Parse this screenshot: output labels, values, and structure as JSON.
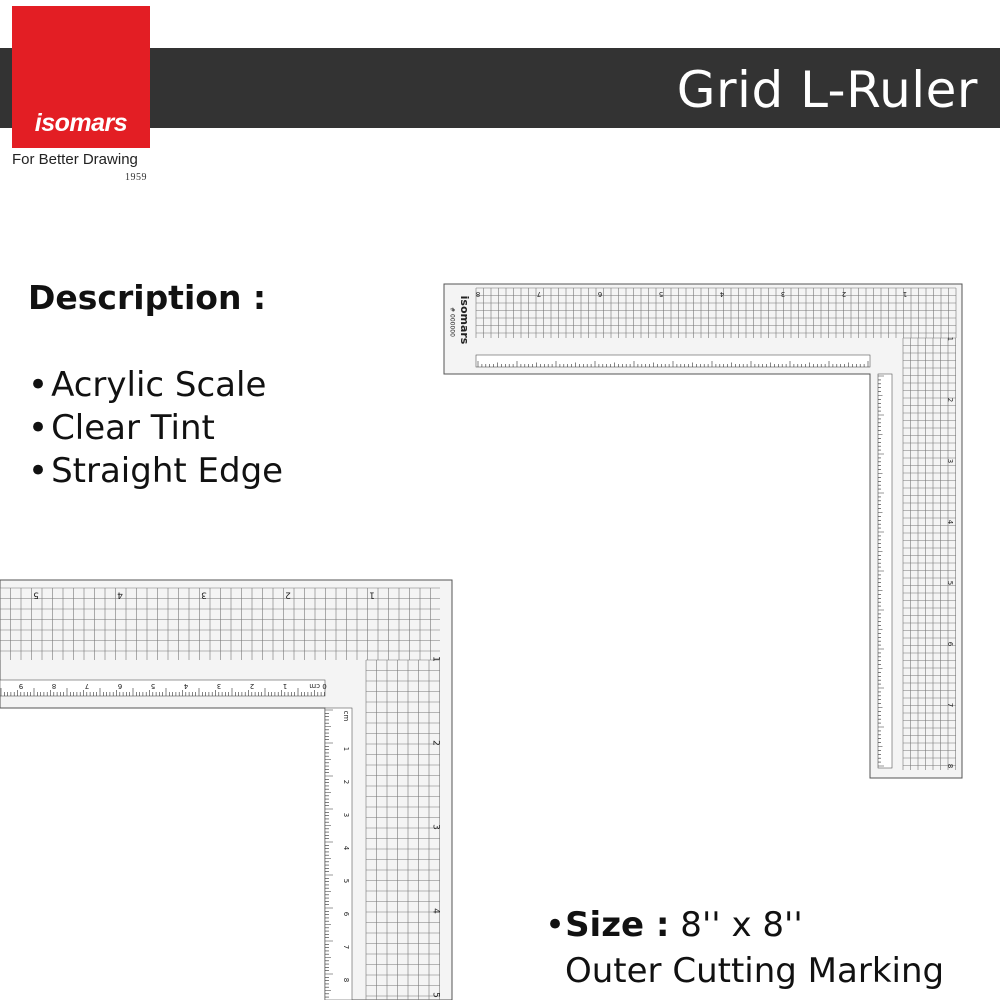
{
  "brand": {
    "name": "isomars",
    "tagline": "For Better Drawing",
    "year": "1959",
    "red": "#e31e24"
  },
  "header": {
    "title": "Grid L-Ruler",
    "bar_color": "#333333"
  },
  "description": {
    "heading": "Description :",
    "bullet": "•",
    "items": [
      "Acrylic Scale",
      "Clear Tint",
      "Straight Edge"
    ]
  },
  "size": {
    "bullet": "•",
    "label": "Size :",
    "value": " 8'' x 8''",
    "note": "Outer Cutting Marking"
  },
  "ruler_small": {
    "brand_text": "isomars",
    "serial": "# 000000",
    "inch_top": [
      "1",
      "2",
      "3",
      "4",
      "5",
      "6",
      "7",
      "8"
    ],
    "inch_side": [
      "1",
      "2",
      "3",
      "4",
      "5",
      "6",
      "7",
      "8"
    ]
  },
  "ruler_large": {
    "inch_top": [
      "1",
      "2",
      "3",
      "4",
      "5"
    ],
    "inch_side": [
      "1",
      "2",
      "3",
      "4",
      "5"
    ],
    "cm_top": [
      "0 cm",
      "1",
      "2",
      "3",
      "4",
      "5",
      "6",
      "7",
      "8",
      "9"
    ],
    "cm_side": [
      "cm",
      "1",
      "2",
      "3",
      "4",
      "5",
      "6",
      "7",
      "8"
    ]
  }
}
